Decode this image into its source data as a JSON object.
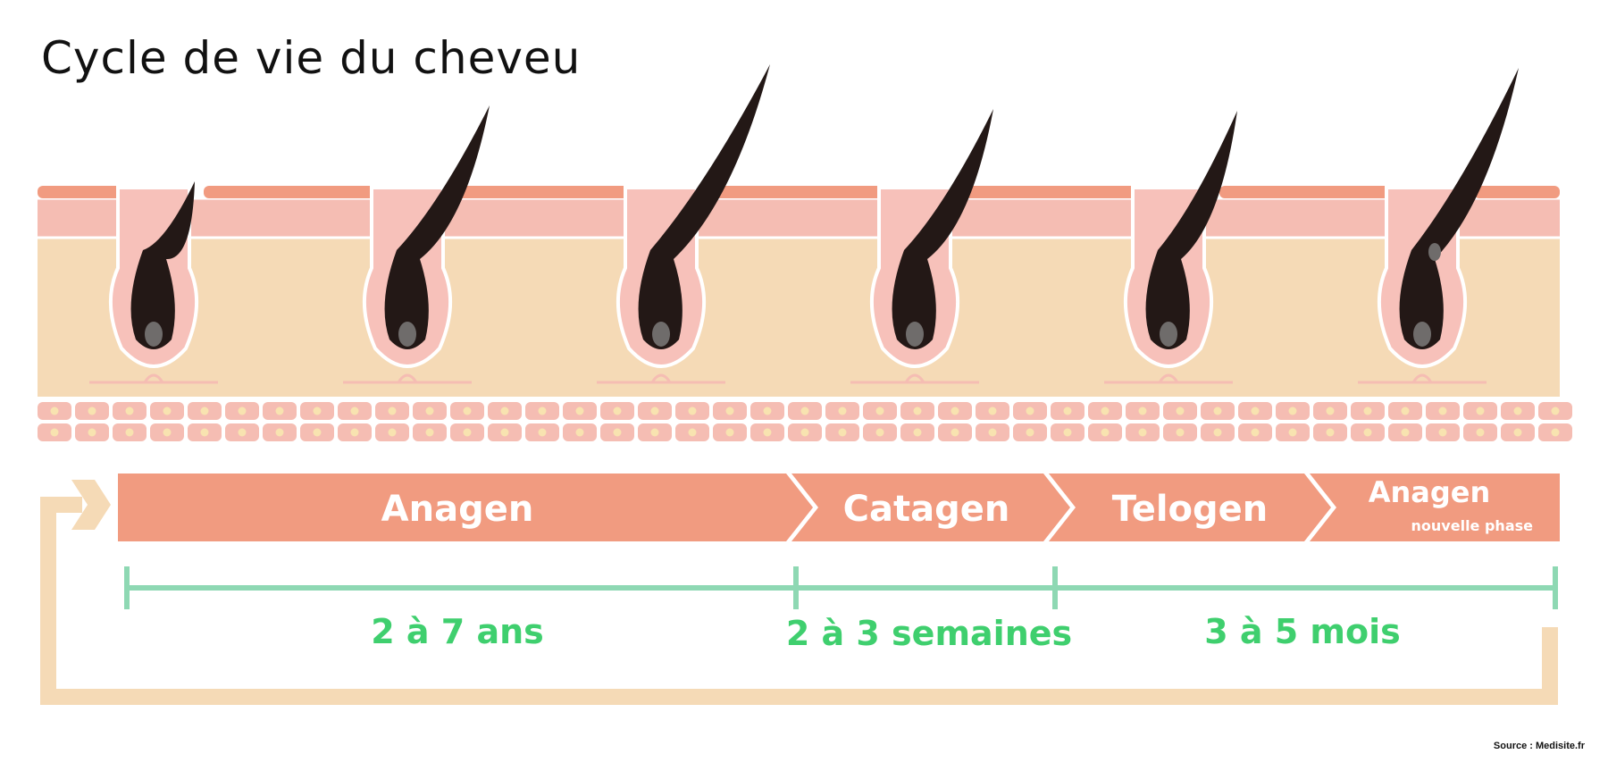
{
  "title": "Cycle de vie du cheveu",
  "source": "Source : Medisite.fr",
  "phases": [
    {
      "name": "Anagen",
      "sub": ""
    },
    {
      "name": "Catagen",
      "sub": ""
    },
    {
      "name": "Telogen",
      "sub": ""
    },
    {
      "name": "Anagen",
      "sub": "nouvelle phase"
    }
  ],
  "durations": [
    "2 à 7 ans",
    "2 à 3 semaines",
    "3 à 5 mois"
  ],
  "colors": {
    "epidermis_top": "#F19B80",
    "epidermis": "#F5BDB3",
    "dermis": "#F5DAB6",
    "follicle": "#F7C1BA",
    "hair": "#231816",
    "bulb": "#6F6C6B",
    "phase_bar": "#F19B80",
    "timeline": "#8ED8B3",
    "duration_text": "#3FCF6E",
    "loop_arrow": "#F5DAB6",
    "cell": "#F5BDB3",
    "cell_nucleus": "#F8E3B0"
  }
}
